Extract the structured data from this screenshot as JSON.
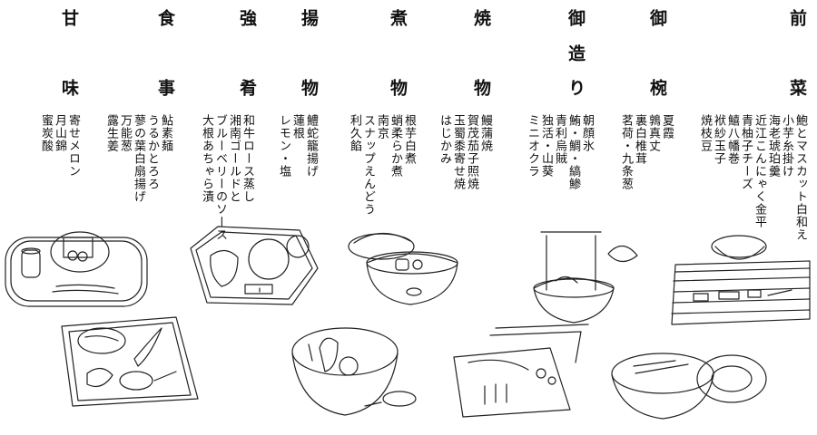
{
  "courses": [
    {
      "id": "zensai",
      "head_top": "前",
      "head_bottom": "菜",
      "items": [
        "鮑とマスカット白和え",
        "小芋糸掛け",
        "海老琥珀羹",
        "近江こんにゃく金平",
        "青柚子チーズ",
        "鱚八幡巻",
        "袱紗玉子",
        "焼枝豆"
      ]
    },
    {
      "id": "owan",
      "head_top": "御",
      "head_bottom": "椀",
      "items": [
        "夏霞",
        "鶉真丈",
        "裏白椎茸",
        "茗荷・九条葱"
      ]
    },
    {
      "id": "otsukuri",
      "head_top": "御",
      "head_mid": "造",
      "head_bottom": "り",
      "items": [
        "朝顔氷",
        "鮪・鯛・縞鯵",
        "青利烏賊",
        "独活・山葵",
        "ミニオクラ"
      ]
    },
    {
      "id": "yakimono",
      "head_top": "焼",
      "head_bottom": "物",
      "items": [
        "鰻蒲焼",
        "賀茂茄子照焼",
        "玉蜀黍寄せ焼",
        "はじかみ"
      ]
    },
    {
      "id": "nimono",
      "head_top": "煮",
      "head_bottom": "物",
      "items": [
        "根芋白煮",
        "蛸柔らか煮",
        "南京",
        "スナップえんどう",
        "利久餡"
      ]
    },
    {
      "id": "agemono",
      "head_top": "揚",
      "head_bottom": "物",
      "items": [
        "鱧蛇籠揚げ",
        "蓮根",
        "レモン・塩"
      ]
    },
    {
      "id": "shiizakana",
      "head_top": "強",
      "head_bottom": "肴",
      "items": [
        "和牛ロース蒸し",
        "湘南ゴールドと",
        "ブルーベリーのソース",
        "大根あちゃら漬"
      ]
    },
    {
      "id": "shokuji",
      "head_top": "食",
      "head_bottom": "事",
      "items": [
        "鮎素麺",
        "うるかとろろ",
        "蓼の葉白扇揚げ",
        "万能葱",
        "露生姜"
      ]
    },
    {
      "id": "amami",
      "head_top": "甘",
      "head_bottom": "味",
      "items": [
        "寄せメロン",
        "月山錦",
        "蜜炭酸"
      ]
    }
  ]
}
